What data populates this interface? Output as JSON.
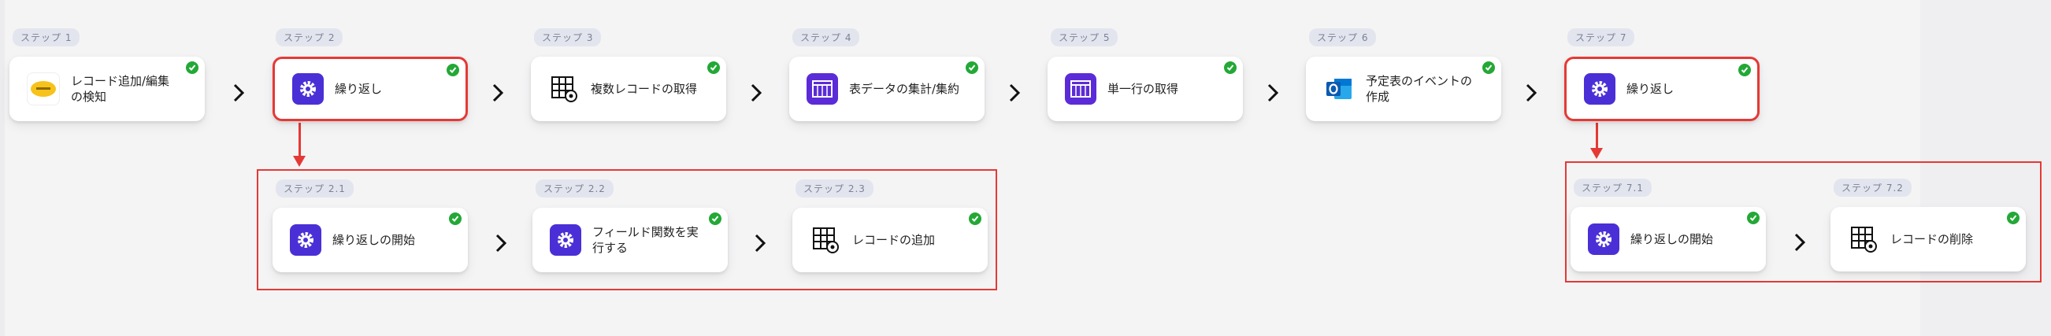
{
  "check_color": "#23a836",
  "accent_color": "#4b2fd6",
  "highlight_color": "#e53935",
  "main_steps": [
    {
      "step": "ステップ 1",
      "title": "レコード追加/編集の検知",
      "icon": "kintone-logo-icon"
    },
    {
      "step": "ステップ 2",
      "title": "繰り返し",
      "icon": "gear-icon"
    },
    {
      "step": "ステップ 3",
      "title": "複数レコードの取得",
      "icon": "grid-gear-icon"
    },
    {
      "step": "ステップ 4",
      "title": "表データの集計/集約",
      "icon": "table-icon"
    },
    {
      "step": "ステップ 5",
      "title": "単一行の取得",
      "icon": "table-icon"
    },
    {
      "step": "ステップ 6",
      "title": "予定表のイベントの作成",
      "icon": "outlook-icon"
    },
    {
      "step": "ステップ 7",
      "title": "繰り返し",
      "icon": "gear-icon"
    }
  ],
  "loop_2_steps": [
    {
      "step": "ステップ 2.1",
      "title": "繰り返しの開始",
      "icon": "gear-icon"
    },
    {
      "step": "ステップ 2.2",
      "title": "フィールド関数を実行する",
      "icon": "gear-icon"
    },
    {
      "step": "ステップ 2.3",
      "title": "レコードの追加",
      "icon": "grid-gear-icon"
    }
  ],
  "loop_7_steps": [
    {
      "step": "ステップ 7.1",
      "title": "繰り返しの開始",
      "icon": "gear-icon"
    },
    {
      "step": "ステップ 7.2",
      "title": "レコードの削除",
      "icon": "grid-gear-icon"
    }
  ]
}
